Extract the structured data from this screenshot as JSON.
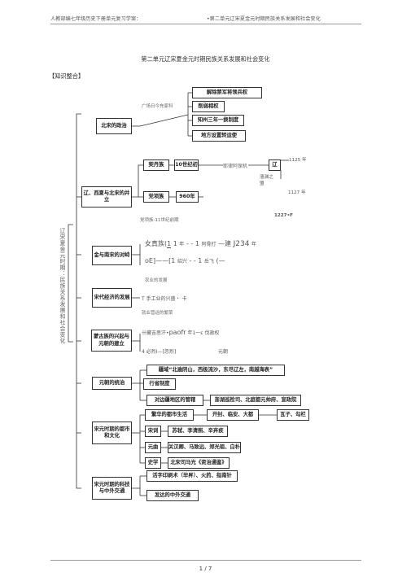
{
  "header": {
    "left": "人教部编七年级历史下册单元复习学案：",
    "right": "第二单元辽宋夏金元时期民族关系发展和社会变化"
  },
  "doc_title": "第二单元辽宋夏金元时期民族关系发展和社会变化",
  "section_label": "【知识整合】",
  "vertical_title": "辽宋夏金元时期：民族关系发展和社会变化",
  "categories": [
    "北宋的政治",
    "辽、西夏与北宋的并立",
    "金与南宋的对峙",
    "宋代经济的发展",
    "蒙古族的兴起与元朝的建立",
    "元朝的统治",
    "宋元时期的都市和文化",
    "宋元时期的科技与中外交通"
  ],
  "song_politics": [
    "解除禁军将领兵权",
    "削弱相权",
    "知州三年一换制度",
    "地方设置转运使"
  ],
  "song_politics_note": "广场日今充家科",
  "liao_xia": {
    "khitan": "契丹族",
    "ad10": "10世纪初",
    "abaoji": "耶律阿保机",
    "liao": "辽",
    "year1125": "1125 年",
    "chanyuan": "澶渊之盟",
    "year1127": "1127 年",
    "dangxiang": "党项族",
    "ad960": "960年",
    "year1227": "1227•F",
    "note": "党项族-11世纪前期"
  },
  "jin_song": {
    "line1_a": "女真族(",
    "line1_b": "1",
    "line1_c": "1",
    "line1_d": "年",
    "line1_e": "- -",
    "line1_f": "1",
    "line1_g": "阿骨打",
    "line1_h": "—建",
    "line1_i": "J234",
    "line1_j": "年",
    "line2_a": "oE",
    "line2_b": "1",
    "line2_c": "绍兴",
    "line2_d": "- -",
    "line2_e": "1",
    "line2_f": "岳飞",
    "line2_g": "(—",
    "note": "农业的发展"
  },
  "economy": {
    "line": "T 手工业的兴盛・ 卡",
    "note": "就业营运的繁荣"
  },
  "mongol": {
    "line1_a": "卄藏吉思汗",
    "line1_b": "paofr",
    "line1_c": "年1",
    "line1_d": "一ɛ 伐政权",
    "line2_a": "4",
    "line2_b": "必烈",
    "line2_c": "I",
    "line2_d": "忽烈",
    "line2_e": "元朝"
  },
  "yuan_rule": {
    "territory": "疆域“北逾阴山，西极流沙，东尽辽左，南越海表”",
    "province": "行省制度",
    "frontier": "对边疆地区的管辖",
    "frontier_detail": "澎湖巡检司、北庭都元帅府、宣政院"
  },
  "city_culture": {
    "city": "繁华的都市生活",
    "city_detail": "开封、临安、大都",
    "wazi": "瓦子、勾栏",
    "songci": "宋词",
    "songci_detail": "苏轼、李清照、辛弃疾",
    "yuanqu": "元曲",
    "yuanqu_detail": "关汉卿、马致远、郑光祖、白朴",
    "history": "史学",
    "history_detail": "北宋司马光《资治通鉴》"
  },
  "tech": {
    "inventions": "活字印刷术（毕昇）、火药、指南针",
    "traffic": "发达的中外交通"
  },
  "page_number": "1 / 7"
}
